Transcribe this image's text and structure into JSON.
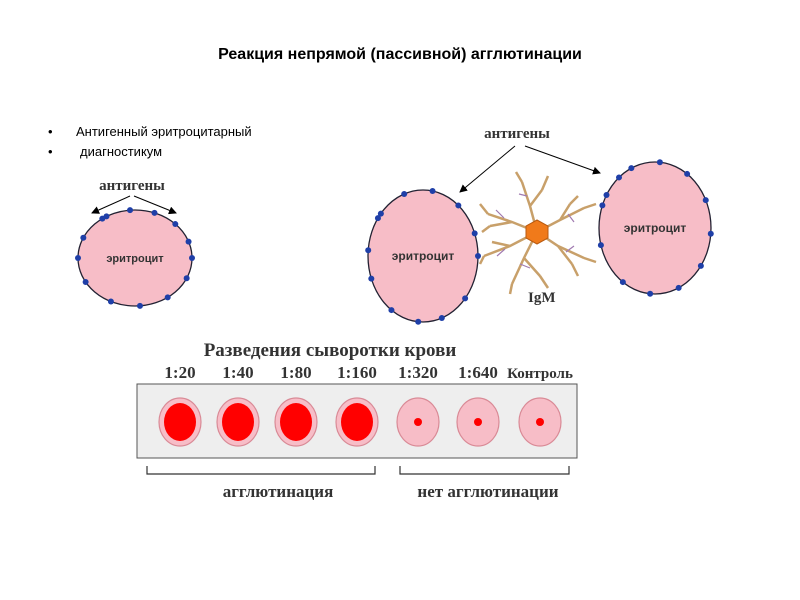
{
  "title": "Реакция непрямой (пассивной) агглютинации",
  "bullets": [
    "Антигенный эритроцитарный",
    "диагностикум"
  ],
  "left_cell": {
    "antigens_label": "антигены",
    "cell_label": "эритроцит"
  },
  "right_panel": {
    "antigens_label": "антигены",
    "cell_left_label": "эритроцит",
    "cell_right_label": "эритроцит",
    "igm_label": "IgM"
  },
  "dilutions": {
    "heading": "Разведения сыворотки крови",
    "columns": [
      "1:20",
      "1:40",
      "1:80",
      "1:160",
      "1:320",
      "1:640",
      "Контроль"
    ],
    "agglutination_label": "агглютинация",
    "no_agglutination_label": "нет агглютинации"
  },
  "colors": {
    "cell_fill": "#f7bdc7",
    "antigen_dot": "#1f3fa8",
    "core": "#f07a1a",
    "well_red": "#ff0000"
  }
}
